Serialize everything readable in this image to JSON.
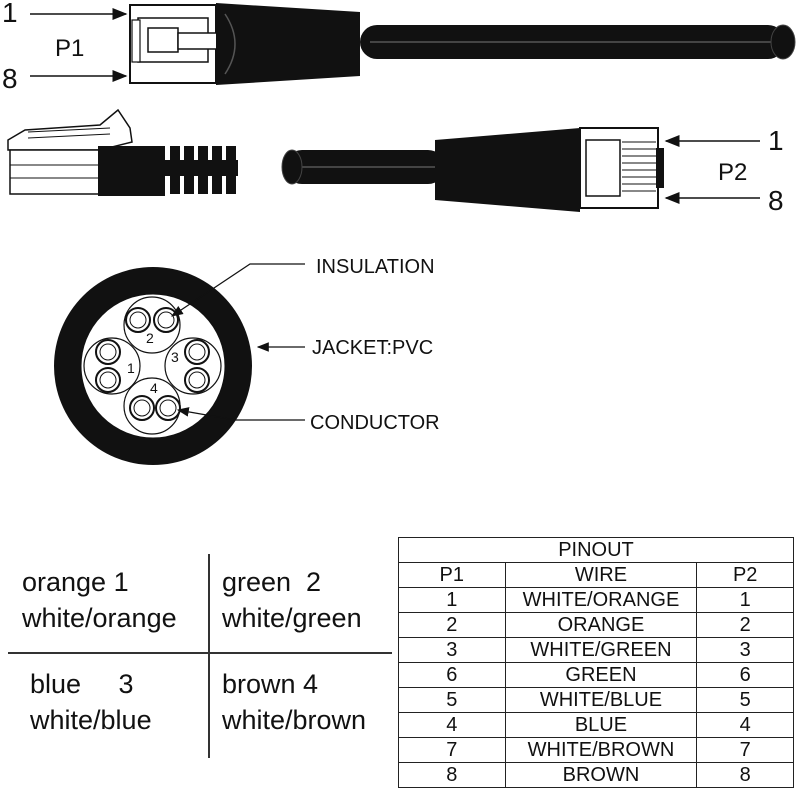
{
  "connectors": {
    "p1": {
      "name": "P1",
      "pin_first": "1",
      "pin_last": "8"
    },
    "p2": {
      "name": "P2",
      "pin_first": "1",
      "pin_last": "8"
    }
  },
  "cross_section": {
    "callouts": {
      "insulation": "INSULATION",
      "jacket": "JACKET:PVC",
      "conductor": "CONDUCTOR"
    },
    "pair_numbers": [
      "1",
      "2",
      "3",
      "4"
    ],
    "colors": {
      "jacket": "#111111",
      "fill": "#ffffff"
    }
  },
  "legend": [
    {
      "pair": "orange 1",
      "mate": "white/orange"
    },
    {
      "pair": "green  2",
      "mate": "white/green"
    },
    {
      "pair": "blue     3",
      "mate": "white/blue"
    },
    {
      "pair": "brown 4",
      "mate": "white/brown"
    }
  ],
  "pinout": {
    "title": "PINOUT",
    "headers": [
      "P1",
      "WIRE",
      "P2"
    ],
    "rows": [
      {
        "p1": "1",
        "wire": "WHITE/ORANGE",
        "p2": "1"
      },
      {
        "p1": "2",
        "wire": "ORANGE",
        "p2": "2"
      },
      {
        "p1": "3",
        "wire": "WHITE/GREEN",
        "p2": "3"
      },
      {
        "p1": "6",
        "wire": "GREEN",
        "p2": "6"
      },
      {
        "p1": "5",
        "wire": "WHITE/BLUE",
        "p2": "5"
      },
      {
        "p1": "4",
        "wire": "BLUE",
        "p2": "4"
      },
      {
        "p1": "7",
        "wire": "WHITE/BROWN",
        "p2": "7"
      },
      {
        "p1": "8",
        "wire": "BROWN",
        "p2": "8"
      }
    ]
  }
}
